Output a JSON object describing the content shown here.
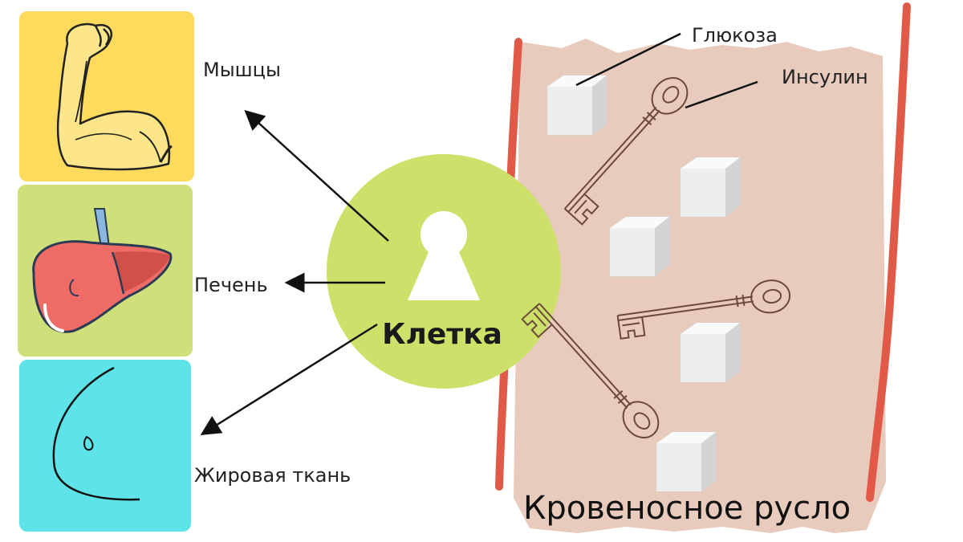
{
  "organs": {
    "muscle": {
      "label": "Мышцы",
      "bg": "#fedb5c",
      "icon": "flexed-arm-icon"
    },
    "liver": {
      "label": "Печень",
      "bg": "#cfe07a",
      "icon": "liver-icon"
    },
    "fat": {
      "label": "Жировая ткань",
      "bg": "#5ee3e8",
      "icon": "belly-icon"
    }
  },
  "cell": {
    "label": "Клетка",
    "color": "#cde069",
    "icon": "keyhole-icon"
  },
  "bloodstream": {
    "label": "Кровеносное русло",
    "bg": "#e8cbbd",
    "border": "#e05a47",
    "glucose_label": "Глюкоза",
    "insulin_label": "Инсулин"
  }
}
